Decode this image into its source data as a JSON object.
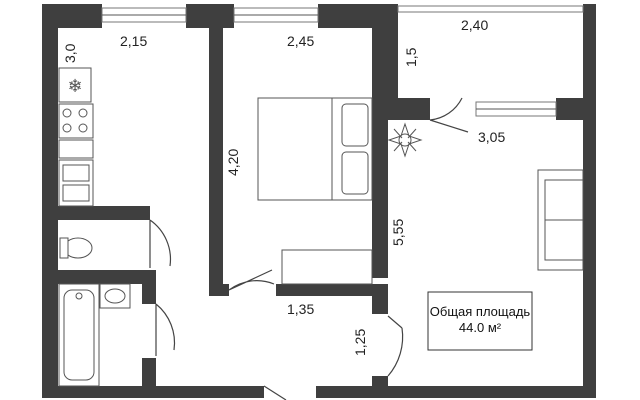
{
  "dimensions": {
    "kitchen_width": "2,15",
    "kitchen_length": "3,0",
    "bedroom_width": "2,45",
    "bedroom_length": "4,20",
    "balcony_width": "2,40",
    "balcony_depth": "1,5",
    "living_width": "3,05",
    "living_length": "5,55",
    "hall_width": "1,35",
    "hall_length": "1,25"
  },
  "area": {
    "label": "Общая площадь",
    "value": "44.0 м²"
  }
}
